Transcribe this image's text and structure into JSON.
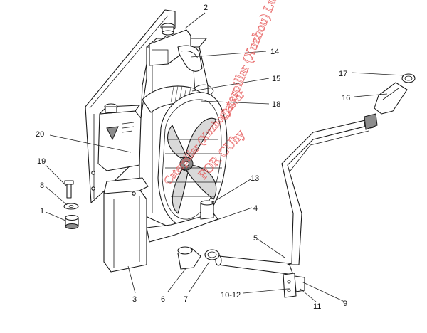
{
  "callouts": {
    "c1": "1",
    "c2": "2",
    "c3": "3",
    "c4": "4",
    "c5": "5",
    "c6": "6",
    "c7": "7",
    "c8": "8",
    "c9": "9",
    "c10_12": "10-12",
    "c11": "11",
    "c13": "13",
    "c14": "14",
    "c15": "15",
    "c16": "16",
    "c17": "17",
    "c18": "18",
    "c19": "19",
    "c20": "20"
  },
  "watermark": {
    "line1": "Caterpillar (Xuzhou) Ltd.",
    "line2": "Caterpillar (Xuzhou) Ltd.",
    "line3": "FOR CUhy"
  },
  "colors": {
    "watermark": "#e55050",
    "line": "#1a1a1a",
    "shade": "#d9d9d9"
  }
}
